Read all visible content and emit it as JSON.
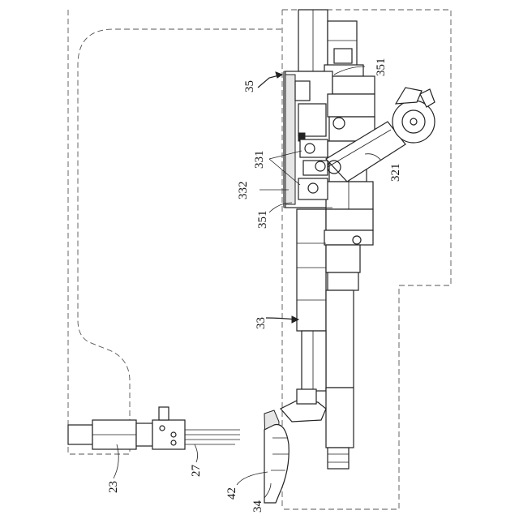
{
  "labels": {
    "l35": "35",
    "l351_top": "351",
    "l331": "331",
    "l321": "321",
    "l332": "332",
    "l351_bottom": "351",
    "l33": "33",
    "l23": "23",
    "l27": "27",
    "l42": "42",
    "l34": "34"
  }
}
